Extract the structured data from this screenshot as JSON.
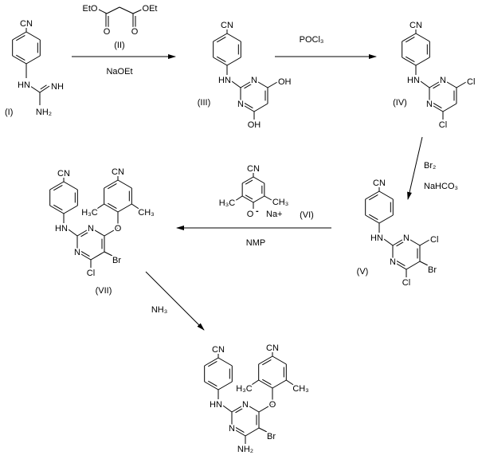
{
  "compound_labels": {
    "I": "(I)",
    "II": "(II)",
    "III": "(III)",
    "IV": "(IV)",
    "V": "(V)",
    "VI": "(VI)",
    "VII": "(VII)"
  },
  "atoms": {
    "cn": "CN",
    "hn": "HN",
    "nh": "NH",
    "nh2": "NH₂",
    "n": "N",
    "oh": "OH",
    "cl": "Cl",
    "br": "Br",
    "o": "O",
    "eto": "EtO",
    "oet": "OEt",
    "h3c": "H₃C",
    "ch3": "CH₃",
    "charge": "-",
    "na": "Na+"
  },
  "reagents": {
    "step1": "NaOEt",
    "step2": "POCl₃",
    "step3a": "Br₂",
    "step3b": "NaHCO₃",
    "step4": "NMP",
    "step5": "NH₃"
  }
}
